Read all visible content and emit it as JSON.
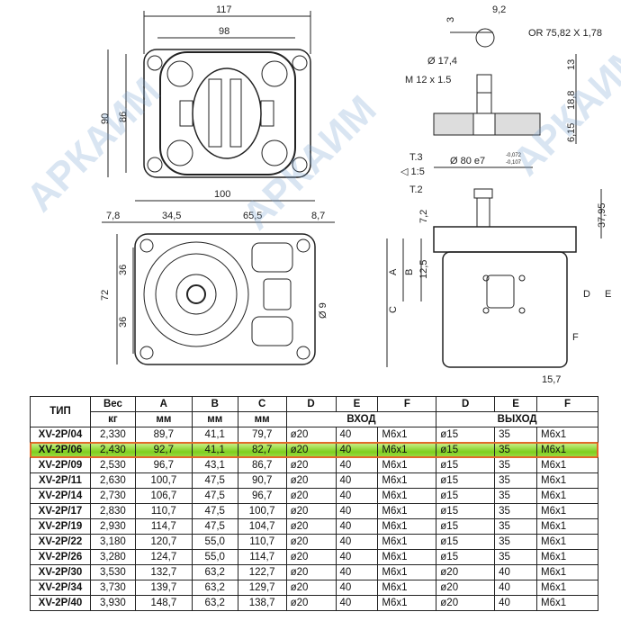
{
  "watermark": "АРКАИМ",
  "dimensions": {
    "top_view": {
      "w117": "117",
      "w98": "98",
      "h90": "90",
      "h86": "86"
    },
    "front_view": {
      "w100": "100",
      "d7_8": "7,8",
      "d34_5": "34,5",
      "d65_5": "65,5",
      "d8_7": "8,7",
      "h72": "72",
      "h36a": "36",
      "h36b": "36",
      "dia9": "Ø 9"
    },
    "section": {
      "d3": "3",
      "d9_2": "9,2",
      "oring": "OR 75,82 X 1,78",
      "dia17_4": "Ø 17,4",
      "thread": "M 12 x 1.5",
      "h13": "13",
      "h18_8": "18,8",
      "h6_15": "6,15"
    },
    "side_view": {
      "t3": "T.3",
      "taper": "◁ 1:5",
      "t2": "T.2",
      "pilot": "Ø 80 e7",
      "tol_hi": "-0,072",
      "tol_lo": "-0,107",
      "h7_2": "7,2",
      "h37_95": "37,95",
      "h12_5": "12,5",
      "a": "A",
      "b": "B",
      "c": "C",
      "d": "D",
      "e": "E",
      "f": "F",
      "w15_7": "15,7"
    }
  },
  "table": {
    "headers": {
      "type": "ТИП",
      "weight": "Вес",
      "weight_unit": "кг",
      "a": "A",
      "b": "B",
      "c": "C",
      "unit": "мм",
      "d": "D",
      "e": "E",
      "f": "F",
      "inlet": "ВХОД",
      "outlet": "ВЫХОД"
    },
    "highlighted_row": 1,
    "rows": [
      [
        "XV-2P/04",
        "2,330",
        "89,7",
        "41,1",
        "79,7",
        "ø20",
        "40",
        "M6x1",
        "ø15",
        "35",
        "M6x1"
      ],
      [
        "XV-2P/06",
        "2,430",
        "92,7",
        "41,1",
        "82,7",
        "ø20",
        "40",
        "M6x1",
        "ø15",
        "35",
        "M6x1"
      ],
      [
        "XV-2P/09",
        "2,530",
        "96,7",
        "43,1",
        "86,7",
        "ø20",
        "40",
        "M6x1",
        "ø15",
        "35",
        "M6x1"
      ],
      [
        "XV-2P/11",
        "2,630",
        "100,7",
        "47,5",
        "90,7",
        "ø20",
        "40",
        "M6x1",
        "ø15",
        "35",
        "M6x1"
      ],
      [
        "XV-2P/14",
        "2,730",
        "106,7",
        "47,5",
        "96,7",
        "ø20",
        "40",
        "M6x1",
        "ø15",
        "35",
        "M6x1"
      ],
      [
        "XV-2P/17",
        "2,830",
        "110,7",
        "47,5",
        "100,7",
        "ø20",
        "40",
        "M6x1",
        "ø15",
        "35",
        "M6x1"
      ],
      [
        "XV-2P/19",
        "2,930",
        "114,7",
        "47,5",
        "104,7",
        "ø20",
        "40",
        "M6x1",
        "ø15",
        "35",
        "M6x1"
      ],
      [
        "XV-2P/22",
        "3,180",
        "120,7",
        "55,0",
        "110,7",
        "ø20",
        "40",
        "M6x1",
        "ø15",
        "35",
        "M6x1"
      ],
      [
        "XV-2P/26",
        "3,280",
        "124,7",
        "55,0",
        "114,7",
        "ø20",
        "40",
        "M6x1",
        "ø15",
        "35",
        "M6x1"
      ],
      [
        "XV-2P/30",
        "3,530",
        "132,7",
        "63,2",
        "122,7",
        "ø20",
        "40",
        "M6x1",
        "ø20",
        "40",
        "M6x1"
      ],
      [
        "XV-2P/34",
        "3,730",
        "139,7",
        "63,2",
        "129,7",
        "ø20",
        "40",
        "M6x1",
        "ø20",
        "40",
        "M6x1"
      ],
      [
        "XV-2P/40",
        "3,930",
        "148,7",
        "63,2",
        "138,7",
        "ø20",
        "40",
        "M6x1",
        "ø20",
        "40",
        "M6x1"
      ]
    ]
  }
}
